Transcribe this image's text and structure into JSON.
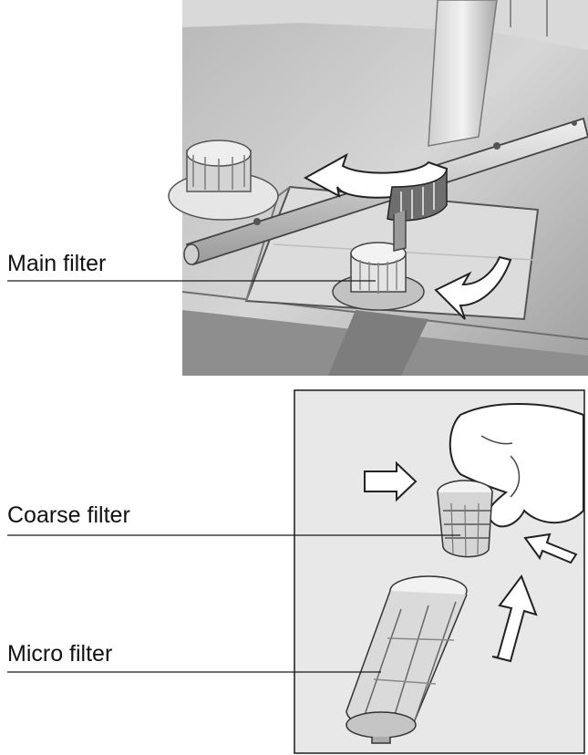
{
  "labels": {
    "main_filter": "Main filter",
    "coarse_filter": "Coarse filter",
    "micro_filter": "Micro filter"
  },
  "colors": {
    "line": "#1a1a1a",
    "panel_bg": "#e8e8e8",
    "tub_bg": "#c9c9c9",
    "arrow_fill": "#ffffff"
  }
}
